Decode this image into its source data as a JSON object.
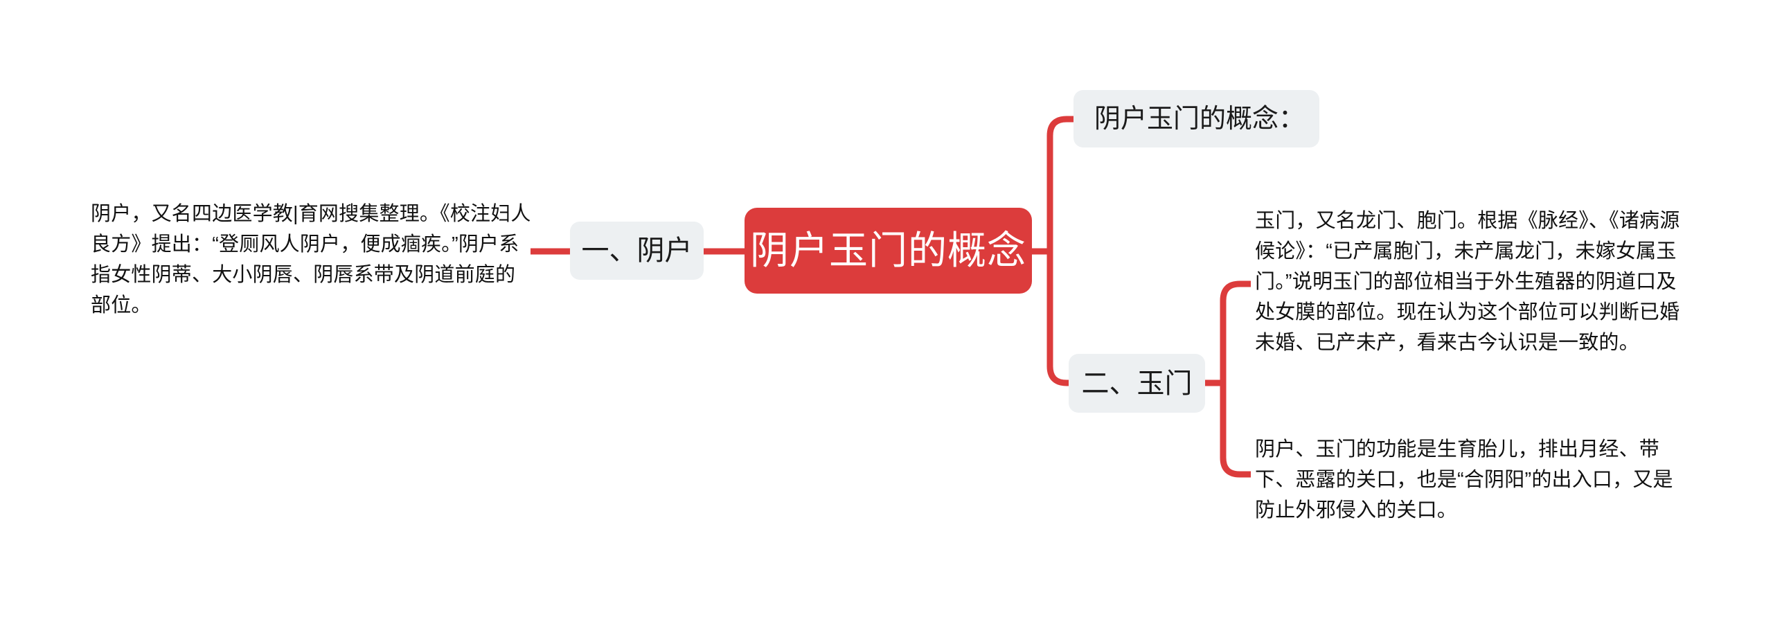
{
  "diagram": {
    "type": "mind-map",
    "background_color": "#FFFFFF",
    "accent_color": "#DC3C3C",
    "node_fill_color": "#EDF0F2",
    "root_text_color": "#FFFFFF",
    "body_text_color": "#111111"
  },
  "root": {
    "label": "阴户玉门的概念"
  },
  "branches": {
    "left": {
      "label": "一、阴户",
      "detail": "阴户，又名四边医学教|育网搜集整理。《校注妇人良方》提出：“登厕风人阴户，便成痼疾。”阴户系指女性阴蒂、大小阴唇、阴唇系带及阴道前庭的部位。"
    },
    "right_top": {
      "label": "阴户玉门的概念："
    },
    "right_bottom": {
      "label": "二、玉门",
      "detail_1": "玉门，又名龙门、胞门。根据《脉经》、《诸病源候论》：“已产属胞门，未产属龙门，未嫁女属玉门。”说明玉门的部位相当于外生殖器的阴道口及处女膜的部位。现在认为这个部位可以判断已婚未婚、已产未产，看来古今认识是一致的。",
      "detail_2": "阴户、玉门的功能是生育胎儿，排出月经、带下、恶露的关口，也是“合阴阳”的出入口，又是防止外邪侵入的关口。"
    }
  }
}
